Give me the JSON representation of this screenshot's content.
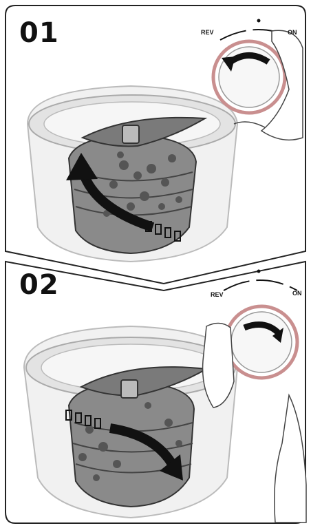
{
  "steps": [
    {
      "number": "01",
      "dial": {
        "left_label": "REV",
        "right_label": "ON"
      },
      "rotation": "counter-clockwise"
    },
    {
      "number": "02",
      "dial": {
        "left_label": "REV",
        "right_label": "ON"
      },
      "rotation": "clockwise"
    }
  ],
  "colors": {
    "frame": "#222222",
    "arrow": "#111111",
    "ring": "#c98f8f",
    "auger": "#777777",
    "bowl": "#d9d9d9",
    "food": "#555555"
  }
}
